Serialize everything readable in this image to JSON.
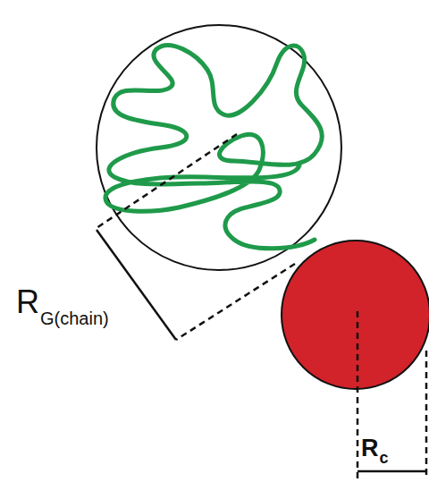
{
  "diagram": {
    "labels": [
      "R",
      "G(chain)",
      "R",
      "c"
    ]
  }
}
